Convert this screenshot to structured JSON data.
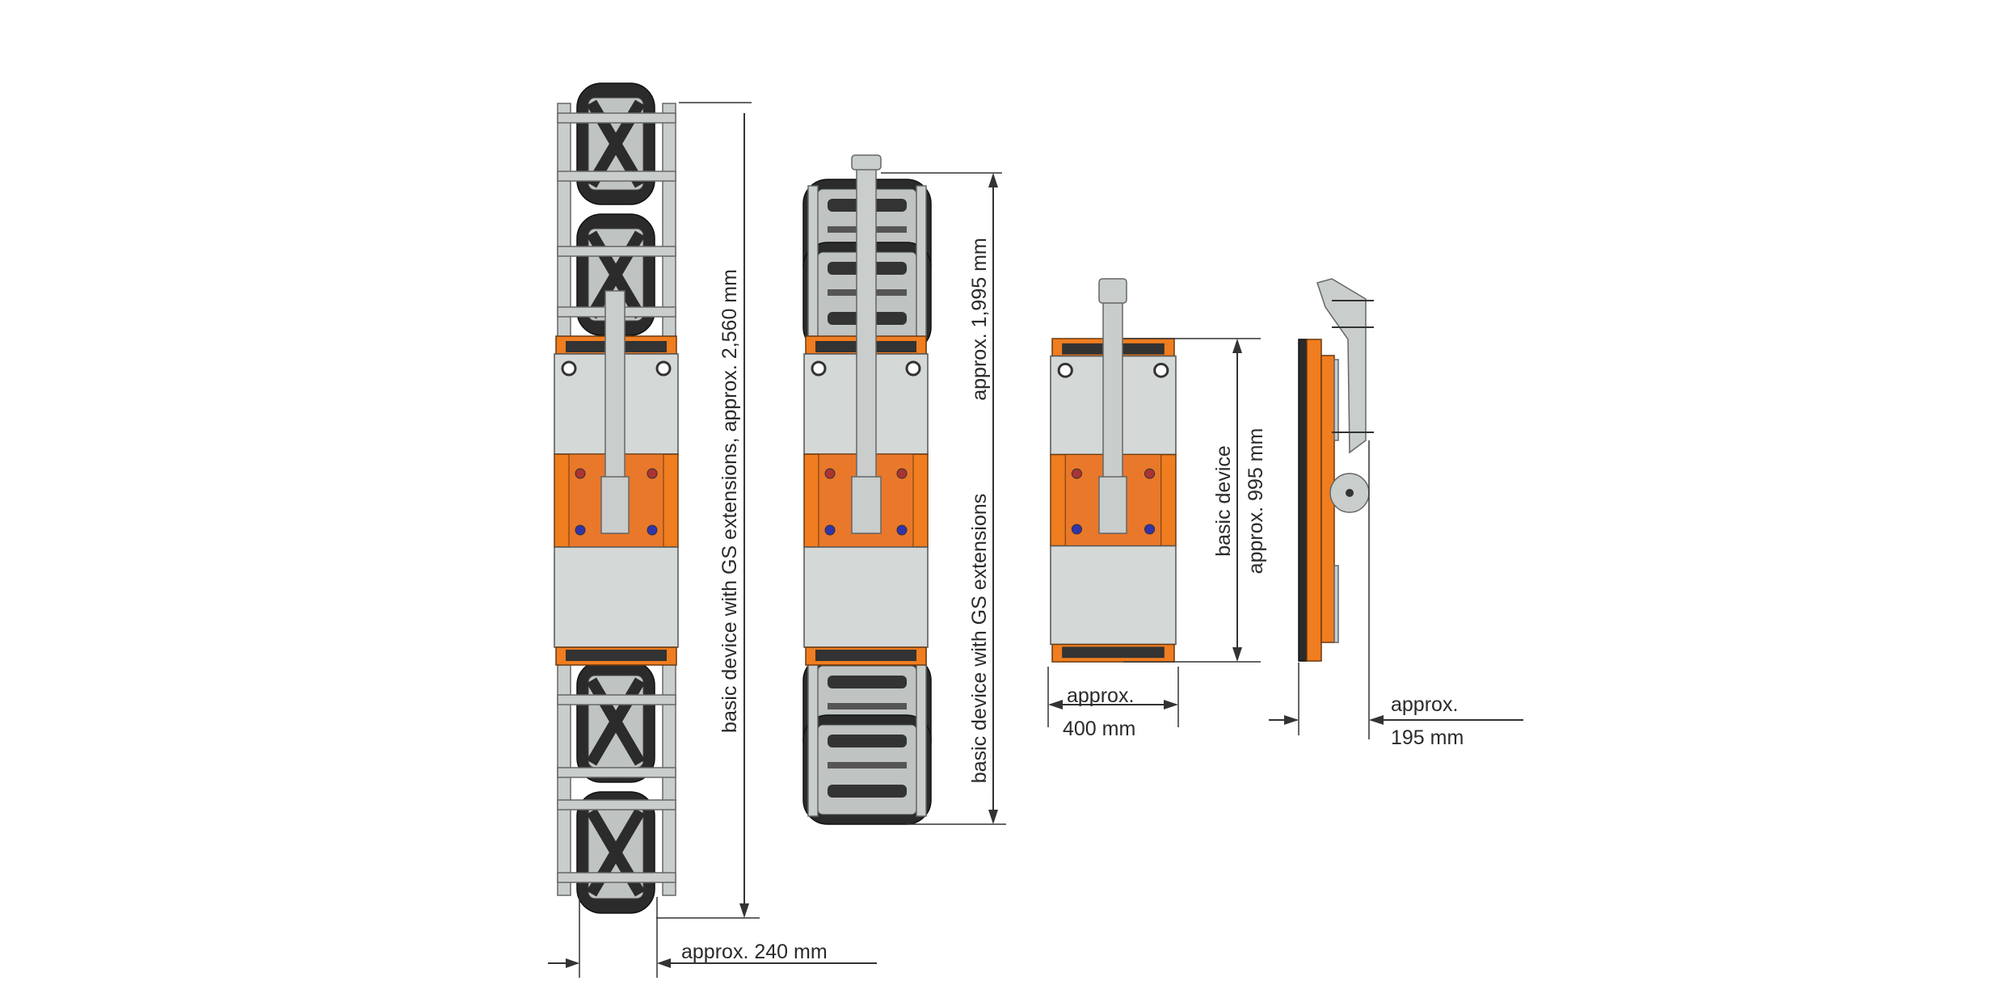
{
  "views": {
    "extended_long": {
      "height_label": "basic device with GS extensions, approx. 2,560 mm",
      "width_label": "approx. 240 mm"
    },
    "extended_short": {
      "height_label_line1": "basic device with GS extensions",
      "height_label_line2": "approx. 1,995 mm"
    },
    "basic_front": {
      "height_label_line1": "basic device",
      "height_label_line2": "approx. 995 mm",
      "width_label_line1": "approx.",
      "width_label_line2": "400 mm"
    },
    "basic_side": {
      "depth_label_line1": "approx.",
      "depth_label_line2": "195 mm"
    }
  },
  "colors": {
    "accent": "#f07d1f",
    "body": "#d4d8d7",
    "pad": "#2b2b2b"
  }
}
